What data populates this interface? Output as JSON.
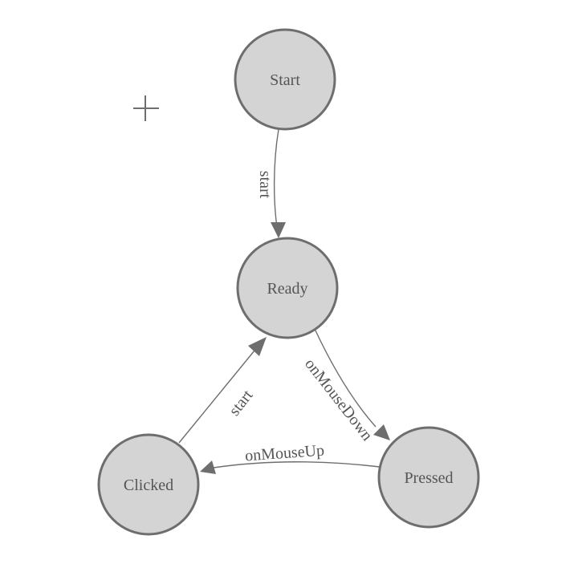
{
  "theme": {
    "background": "#ffffff",
    "node_fill": "#d4d4d4",
    "node_stroke": "#6e6e6e",
    "edge_color": "#6e6e6e",
    "text_color": "#555555"
  },
  "diagram": {
    "type": "state-machine",
    "nodes": [
      {
        "id": "start",
        "label": "Start"
      },
      {
        "id": "ready",
        "label": "Ready"
      },
      {
        "id": "clicked",
        "label": "Clicked"
      },
      {
        "id": "pressed",
        "label": "Pressed"
      }
    ],
    "edges": [
      {
        "from": "Start",
        "to": "Ready",
        "label": "start"
      },
      {
        "from": "Clicked",
        "to": "Ready",
        "label": "start"
      },
      {
        "from": "Ready",
        "to": "Pressed",
        "label": "onMouseDown"
      },
      {
        "from": "Pressed",
        "to": "Clicked",
        "label": "onMouseUp"
      }
    ]
  },
  "icons": {
    "crosshair": "+"
  }
}
